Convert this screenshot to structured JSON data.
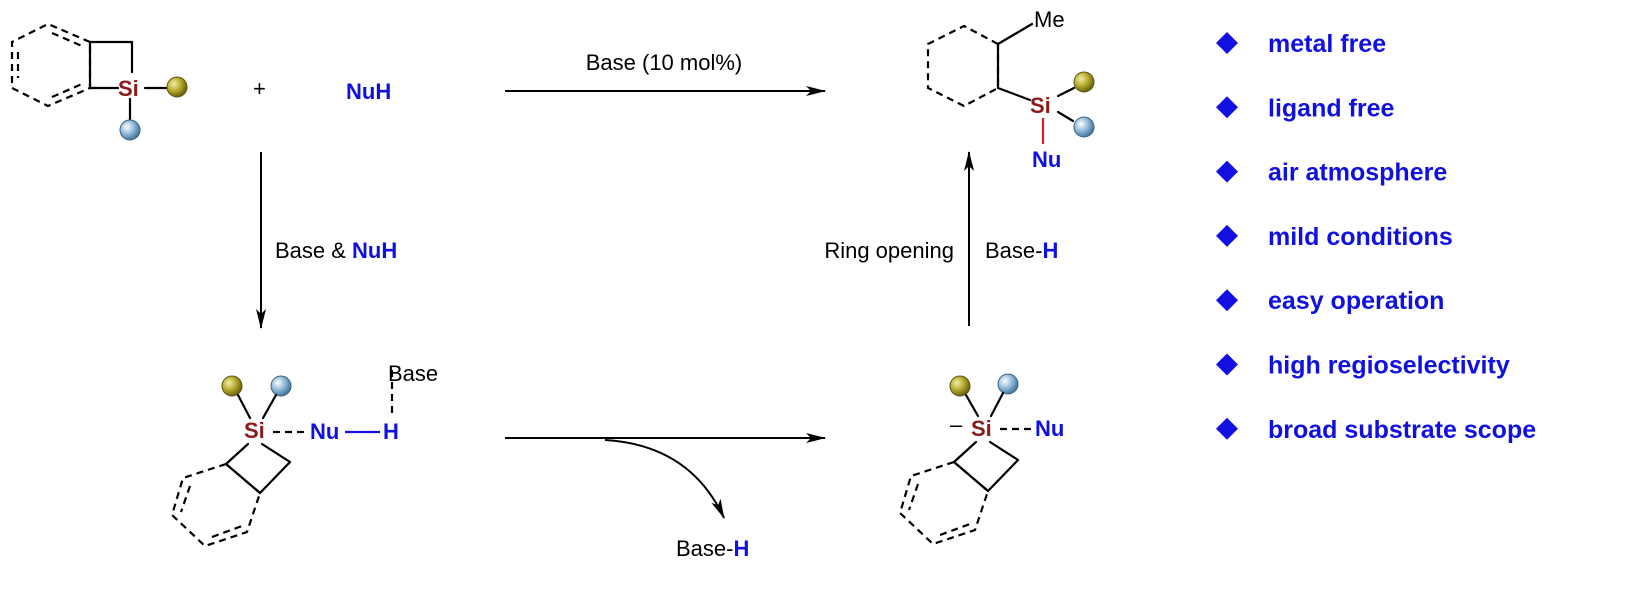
{
  "reactant": {
    "si": "Si",
    "plus": "+",
    "nucleophile": "NuH"
  },
  "top_arrow": {
    "label": "Base (10 mol%)"
  },
  "product": {
    "methyl": "Me",
    "si": "Si",
    "nu": "Nu"
  },
  "left_arrow": {
    "label_black": "Base & ",
    "label_blue": "NuH"
  },
  "right_arrow": {
    "label_ring": "Ring opening",
    "label_base_black": "Base-",
    "label_base_blue": "H"
  },
  "intermediate1": {
    "base": "Base",
    "si": "Si",
    "nu": "Nu",
    "h": "H"
  },
  "bottom_arrow": {
    "byproduct_black": "Base-",
    "byproduct_blue": "H"
  },
  "intermediate2": {
    "charge": "–",
    "si": "Si",
    "nu": "Nu"
  },
  "features": [
    "metal free",
    "ligand free",
    "air atmosphere",
    "mild conditions",
    "easy operation",
    "high regioselectivity",
    "broad substrate scope"
  ],
  "colors": {
    "nucleophile_blue": "#1010e0",
    "silicon_red": "#8b1a1a",
    "bond_red": "#e02020",
    "olive_ball": "#b5aa2a",
    "blue_ball": "#8fb8d8",
    "bullet": "#1010e0"
  }
}
